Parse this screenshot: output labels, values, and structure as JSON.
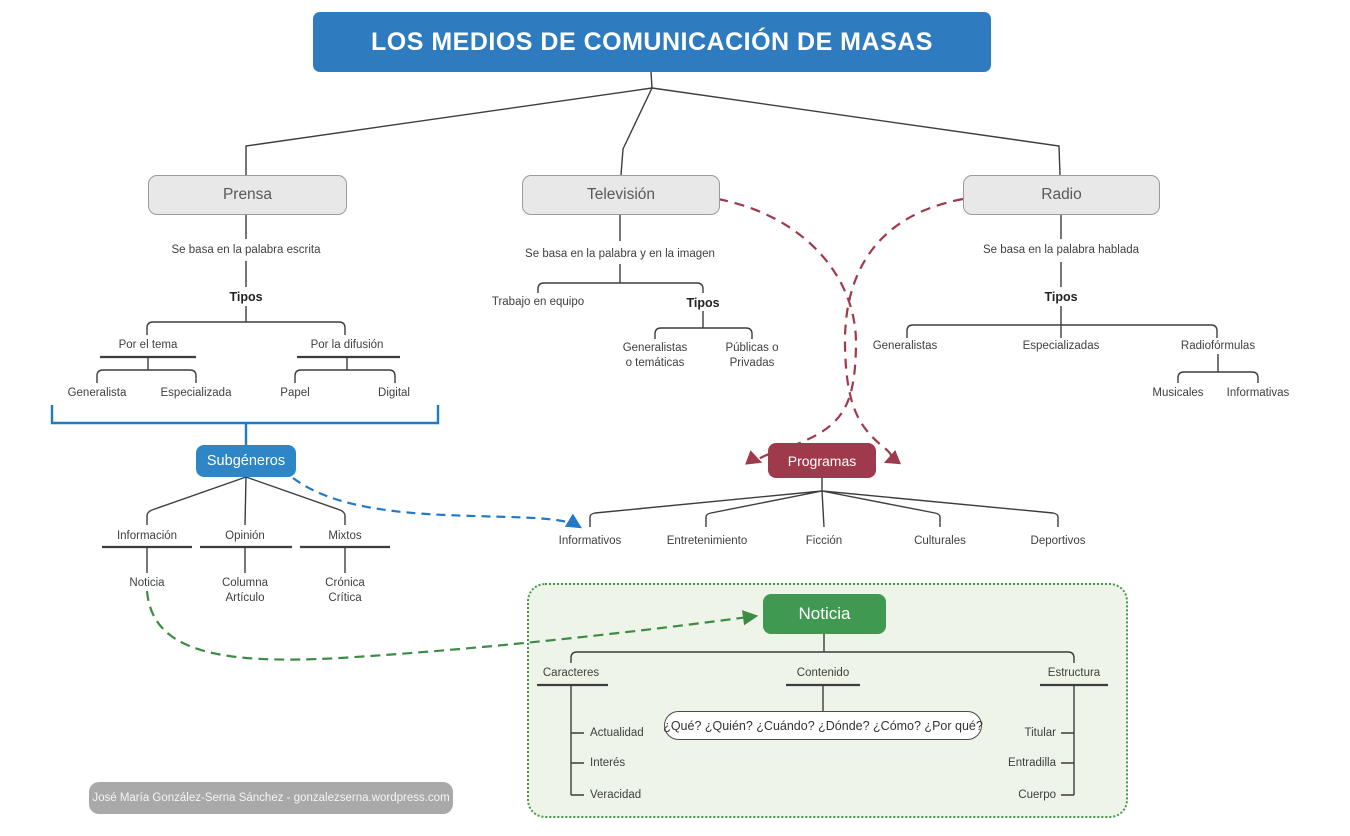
{
  "title": "LOS MEDIOS DE COMUNICACIÓN DE MASAS",
  "prensa": {
    "label": "Prensa",
    "basis": "Se basa en la palabra escrita",
    "tipos": "Tipos",
    "por_el_tema": "Por el tema",
    "generalista": "Generalista",
    "especializada": "Especializada",
    "por_la_difusion": "Por la difusión",
    "papel": "Papel",
    "digital": "Digital"
  },
  "television": {
    "label": "Televisión",
    "basis": "Se basa en la palabra y en la imagen",
    "trabajo_en_equipo": "Trabajo en equipo",
    "tipos": "Tipos",
    "generalistas_line1": "Generalistas",
    "generalistas_line2": "o temáticas",
    "publicas_line1": "Públicas o",
    "publicas_line2": "Privadas"
  },
  "radio": {
    "label": "Radio",
    "basis": "Se basa en la palabra hablada",
    "tipos": "Tipos",
    "generalistas": "Generalistas",
    "especializadas": "Especializadas",
    "radioformulas": "Radiofórmulas",
    "musicales": "Musicales",
    "informativas": "Informativas"
  },
  "subgeneros": {
    "label": "Subgéneros",
    "informacion": "Información",
    "noticia": "Noticia",
    "opinion": "Opinión",
    "columna": "Columna",
    "articulo": "Artículo",
    "mixtos": "Mixtos",
    "cronica": "Crónica",
    "critica": "Crítica"
  },
  "programas": {
    "label": "Programas",
    "children": [
      "Informativos",
      "Entretenimiento",
      "Ficción",
      "Culturales",
      "Deportivos"
    ]
  },
  "noticia_detail": {
    "label": "Noticia",
    "caracteres": "Caracteres",
    "caracteres_items": [
      "Actualidad",
      "Interés",
      "Veracidad"
    ],
    "contenido": "Contenido",
    "preguntas": "¿Qué? ¿Quién? ¿Cuándo? ¿Dónde? ¿Cómo? ¿Por qué?",
    "estructura": "Estructura",
    "estructura_items": [
      "Titular",
      "Entradilla",
      "Cuerpo"
    ]
  },
  "credit": "José María González-Serna Sánchez - gonzalezserna.wordpress.com",
  "colors": {
    "title_bg": "#2e7bbf",
    "node_bg": "#e8e8e8",
    "node_border": "#9b9b9b",
    "subgeneros_bg": "#2e86c6",
    "programas_bg": "#9e3a4c",
    "noticia_bg": "#3f9950",
    "region_bg": "#eef4e8",
    "region_border": "#44994d",
    "line": "#3d3d3d",
    "bracket_blue": "#1f7bc4",
    "dash_blue": "#2478c8",
    "dash_red": "#9e3a4c",
    "dash_green": "#3c8c46",
    "credit_bg": "#a9a9a9"
  }
}
